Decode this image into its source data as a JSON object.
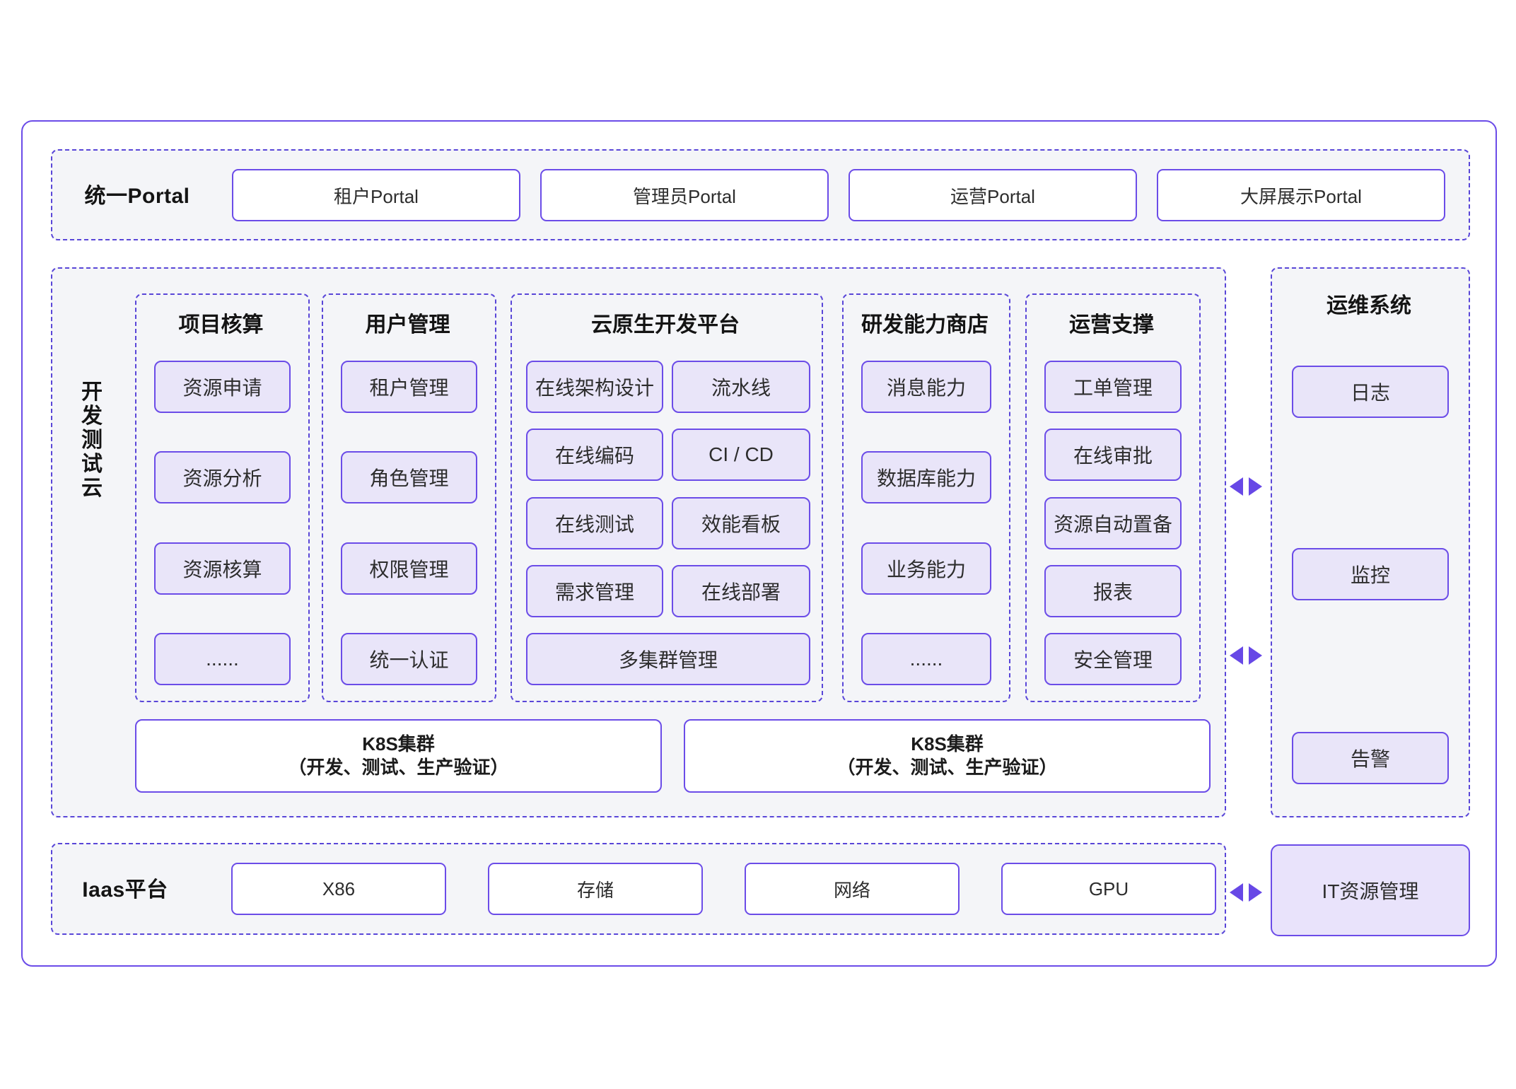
{
  "colors": {
    "accent": "#6B4CE8",
    "dashed": "#5946D8",
    "item_fill": "#E9E5F9",
    "it_fill": "#E9E3FB",
    "section_bg": "#F4F5F8",
    "arrow": "#6748E6"
  },
  "portal_bar": {
    "label": "统一Portal",
    "items": [
      "租户Portal",
      "管理员Portal",
      "运营Portal",
      "大屏展示Portal"
    ]
  },
  "dev_cloud": {
    "label": "开发测试云",
    "label_chars": [
      "开",
      "发",
      "测",
      "试",
      "云"
    ],
    "columns": [
      {
        "title": "项目核算",
        "items": [
          "资源申请",
          "资源分析",
          "资源核算",
          "......"
        ]
      },
      {
        "title": "用户管理",
        "items": [
          "租户管理",
          "角色管理",
          "权限管理",
          "统一认证"
        ]
      },
      {
        "title": "云原生开发平台",
        "items": [
          "在线架构设计",
          "流水线",
          "在线编码",
          "CI / CD",
          "在线测试",
          "效能看板",
          "需求管理",
          "在线部署"
        ],
        "wide_item": "多集群管理"
      },
      {
        "title": "研发能力商店",
        "items": [
          "消息能力",
          "数据库能力",
          "业务能力",
          "......"
        ]
      },
      {
        "title": "运营支撑",
        "items": [
          "工单管理",
          "在线审批",
          "资源自动置备",
          "报表",
          "安全管理"
        ]
      }
    ],
    "k8s_clusters": [
      {
        "line1": "K8S集群",
        "line2": "（开发、测试、生产验证）"
      },
      {
        "line1": "K8S集群",
        "line2": "（开发、测试、生产验证）"
      }
    ]
  },
  "ops_system": {
    "title": "运维系统",
    "items": [
      "日志",
      "监控",
      "告警"
    ]
  },
  "iaas": {
    "label": "Iaas平台",
    "items": [
      "X86",
      "存储",
      "网络",
      "GPU"
    ]
  },
  "it_resource": {
    "label": "IT资源管理"
  }
}
